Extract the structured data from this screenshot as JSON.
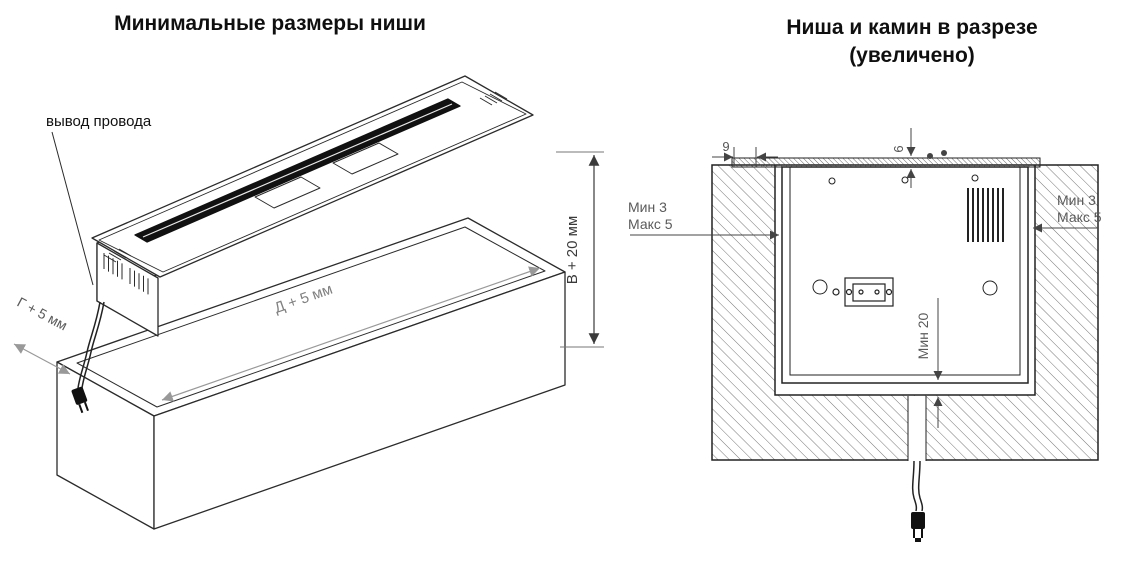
{
  "left_diagram": {
    "title": "Минимальные размеры ниши",
    "wire_label": "вывод провода",
    "dim_depth": "Г + 5 мм",
    "dim_length": "Д + 5 мм",
    "dim_height": "В + 20 мм"
  },
  "right_diagram": {
    "title_line1": "Ниша и камин в разрезе",
    "title_line2": "(увеличено)",
    "dim_flange_overhang": "9",
    "dim_flange_thickness": "6",
    "left_gap_min": "Мин 3",
    "left_gap_max": "Макс 5",
    "right_gap_min": "Мин 3",
    "right_gap_max": "Макс 5",
    "dim_bottom_gap": "Мин 20"
  },
  "colors": {
    "line": "#2b2b2b",
    "dim_gray": "#999999",
    "hatch": "#666666",
    "burner_black": "#111111"
  }
}
